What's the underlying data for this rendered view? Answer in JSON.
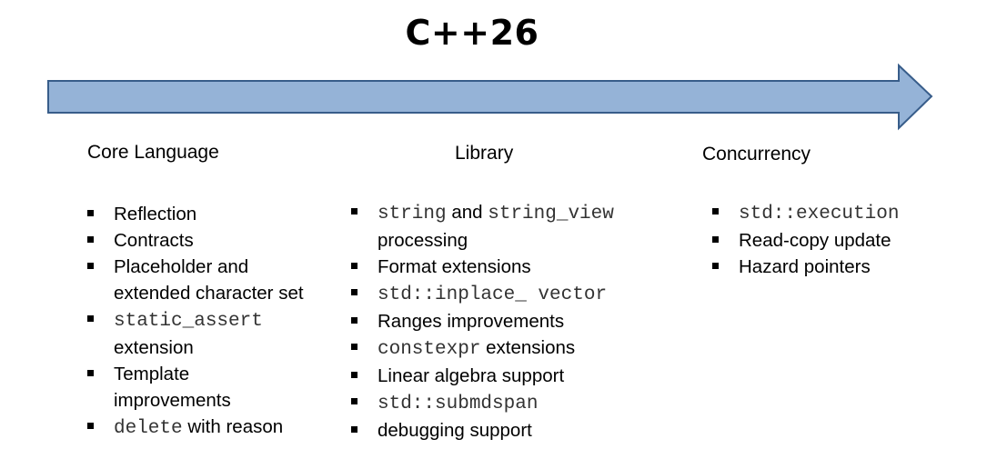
{
  "title": "C++26",
  "colors": {
    "arrow_fill": "#95b3d7",
    "arrow_stroke": "#385d8a"
  },
  "columns": {
    "core": {
      "heading": "Core Language",
      "items": [
        {
          "lines": [
            [
              {
                "t": "Reflection",
                "code": false
              }
            ]
          ]
        },
        {
          "lines": [
            [
              {
                "t": "Contracts",
                "code": false
              }
            ]
          ]
        },
        {
          "lines": [
            [
              {
                "t": "Placeholder and",
                "code": false
              }
            ],
            [
              {
                "t": "extended character set",
                "code": false
              }
            ]
          ]
        },
        {
          "lines": [
            [
              {
                "t": "static_assert",
                "code": true
              }
            ],
            [
              {
                "t": "extension",
                "code": false
              }
            ]
          ]
        },
        {
          "lines": [
            [
              {
                "t": "Template",
                "code": false
              }
            ],
            [
              {
                "t": "improvements",
                "code": false
              }
            ]
          ]
        },
        {
          "lines": [
            [
              {
                "t": "delete",
                "code": true
              },
              {
                "t": " with reason",
                "code": false
              }
            ]
          ]
        }
      ]
    },
    "library": {
      "heading": "Library",
      "items": [
        {
          "lines": [
            [
              {
                "t": "string",
                "code": true
              },
              {
                "t": " and ",
                "code": false
              },
              {
                "t": "string_view",
                "code": true
              }
            ],
            [
              {
                "t": "processing",
                "code": false
              }
            ]
          ]
        },
        {
          "lines": [
            [
              {
                "t": "Format extensions",
                "code": false
              }
            ]
          ]
        },
        {
          "lines": [
            [
              {
                "t": "std::inplace_ vector",
                "code": true
              }
            ]
          ]
        },
        {
          "lines": [
            [
              {
                "t": "Ranges improvements",
                "code": false
              }
            ]
          ]
        },
        {
          "lines": [
            [
              {
                "t": "constexpr",
                "code": true
              },
              {
                "t": " extensions",
                "code": false
              }
            ]
          ]
        },
        {
          "lines": [
            [
              {
                "t": "Linear algebra support",
                "code": false
              }
            ]
          ]
        },
        {
          "lines": [
            [
              {
                "t": "std::submdspan",
                "code": true
              }
            ]
          ]
        },
        {
          "lines": [
            [
              {
                "t": "debugging support",
                "code": false
              }
            ]
          ]
        }
      ]
    },
    "concurrency": {
      "heading": "Concurrency",
      "items": [
        {
          "lines": [
            [
              {
                "t": "std::execution",
                "code": true
              }
            ]
          ]
        },
        {
          "lines": [
            [
              {
                "t": "Read-copy update",
                "code": false
              }
            ]
          ]
        },
        {
          "lines": [
            [
              {
                "t": "Hazard pointers",
                "code": false
              }
            ]
          ]
        }
      ]
    }
  }
}
